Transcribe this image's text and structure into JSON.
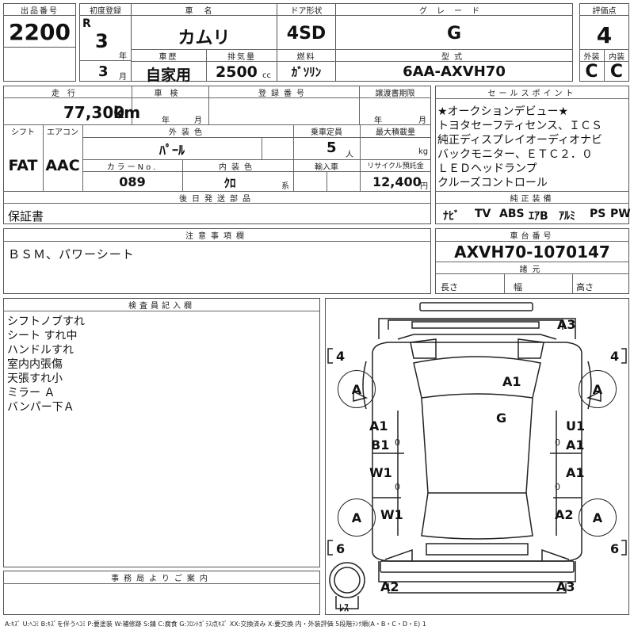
{
  "header": {
    "lot_no_label": "出品番号",
    "lot_no": "2200",
    "first_reg_label": "初度登録",
    "era": "R",
    "year": "3",
    "year_unit": "年",
    "month": "3",
    "month_unit": "月",
    "car_name_label": "車名",
    "car_name": "カムリ",
    "history_label": "車歴",
    "history": "自家用",
    "displacement_label": "排気量",
    "displacement": "2500",
    "displacement_unit": "cc",
    "door_label": "ドア形状",
    "door": "4SD",
    "fuel_label": "燃料",
    "fuel": "ｶﾞｿﾘﾝ",
    "grade_label": "グレード",
    "grade": "G",
    "model_label": "型式",
    "model": "6AA-AXVH70",
    "score_label": "評価点",
    "score": "4",
    "ext_label": "外装",
    "ext": "C",
    "int_label": "内装",
    "int": "C"
  },
  "spec": {
    "mileage_label": "走行",
    "mileage": "77,300",
    "mileage_unit": "km",
    "inspection_label": "車検",
    "year_unit": "年",
    "month_unit": "月",
    "reg_no_label": "登録番号",
    "transfer_label": "譲渡書期限",
    "shift_label": "シフト",
    "shift": "FAT",
    "ac_label": "エアコン",
    "ac": "AAC",
    "ext_color_label": "外装色",
    "ext_color": "ﾊﾟｰﾙ",
    "capacity_label": "乗車定員",
    "capacity": "5",
    "capacity_unit": "人",
    "max_load_label": "最大積載量",
    "max_load_unit": "kg",
    "color_no_label": "カラーNo.",
    "color_no": "089",
    "int_color_label": "内装色",
    "int_color": "ｸﾛ",
    "int_color_unit": "系",
    "import_label": "輸入車",
    "recycle_label": "リサイクル預託金",
    "recycle": "12,400",
    "recycle_unit": "円",
    "later_parts_label": "後日発送部品",
    "later_parts": "保証書"
  },
  "sales": {
    "label": "セールスポイント",
    "lines": [
      "★オークションデビュー★",
      "トヨタセーフティセンス、ＩＣＳ",
      "純正ディスプレイオーディオナビ",
      "バックモニター、ＥＴＣ２．０",
      "ＬＥＤヘッドランプ",
      "クルーズコントロール"
    ],
    "equipment_label": "純正装備",
    "equipment": [
      "ﾅﾋﾞ",
      "TV",
      "ABS",
      "ｴｱB",
      "ｱﾙﾐ",
      "PS",
      "PW"
    ]
  },
  "notes": {
    "label": "注意事項欄",
    "text": "ＢＳＭ、パワーシート"
  },
  "chassis": {
    "label": "車台番号",
    "number": "AXVH70-1070147",
    "dims_label": "諸元",
    "length": "長さ",
    "width": "幅",
    "height": "高さ"
  },
  "inspector": {
    "label": "検査員記入欄",
    "lines": [
      "シフトノブすれ",
      "シート すれ中",
      "ハンドルすれ",
      "室内内張傷",
      "天張すれ小",
      "ミラー Ａ",
      "バンパー下Ａ"
    ]
  },
  "office": {
    "label": "事務局よりご案内"
  },
  "diagram": {
    "tire_front_left": "4",
    "tire_front_right": "4",
    "tire_rear_left": "6",
    "tire_rear_right": "6",
    "wheels": [
      "A",
      "A",
      "A",
      "A"
    ],
    "front_bumper": "A3",
    "bonnet": "A1",
    "roof": "G",
    "left_front_door": "A1",
    "left_front_door2": "B1",
    "left_rear_door": "W1",
    "left_rear_fender": "W1",
    "right_front_door": "U1",
    "right_front_door2": "A1",
    "right_rear_door": "A1",
    "right_rear_fender": "A2",
    "rear_left": "A2",
    "rear_right": "A3",
    "spare": "ﾚｽ",
    "marks": [
      "0",
      "0",
      "0",
      "0"
    ]
  },
  "legend": "A:ｷｽﾞ U:ﾍｺﾐ B:ｷｽﾞを伴うﾍｺﾐ P:要塗装 W:補修跡 S:錆 C:腐食 G:ﾌﾛﾝﾄｶﾞﾗｽ点ｷｽﾞ XX:交換済み X:要交換 内・外装評価 5段階ﾗﾝｸ順(A・B・C・D・E) 1"
}
